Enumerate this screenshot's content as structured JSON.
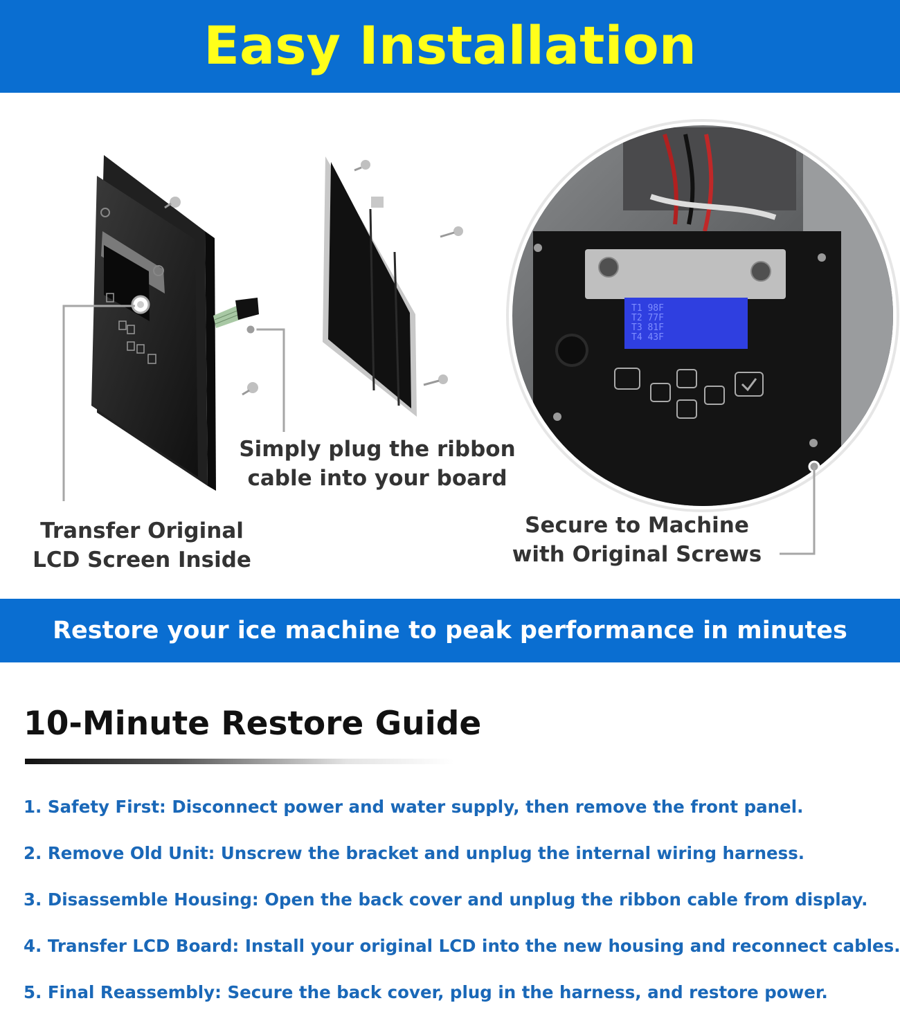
{
  "header": {
    "title": "Easy Installation"
  },
  "captions": {
    "transfer": [
      "Transfer Original",
      "LCD Screen Inside"
    ],
    "plug": [
      "Simply plug the ribbon",
      "cable into your board"
    ],
    "secure": [
      "Secure to Machine",
      "with Original Screws"
    ]
  },
  "display": {
    "lines": [
      "T1 98F",
      "T2 77F",
      "T3 81F",
      "T4 43F"
    ]
  },
  "banner": {
    "text": "Restore your ice machine to peak performance in minutes"
  },
  "guide": {
    "title": "10-Minute Restore Guide",
    "steps": [
      "1. Safety First: Disconnect power and water supply, then remove the front panel.",
      "2. Remove Old Unit: Unscrew the bracket and unplug the internal wiring harness.",
      "3. Disassemble Housing: Open the back cover and unplug the ribbon cable from display.",
      "4. Transfer LCD Board: Install your original LCD into the new housing and reconnect cables.",
      "5. Final Reassembly: Secure the back cover, plug in the harness, and restore power."
    ]
  },
  "colors": {
    "brand_blue": "#0a6ed1",
    "title_yellow": "#ffff1a",
    "step_blue": "#1a68b8",
    "lcd_blue": "#2f3fe0"
  }
}
